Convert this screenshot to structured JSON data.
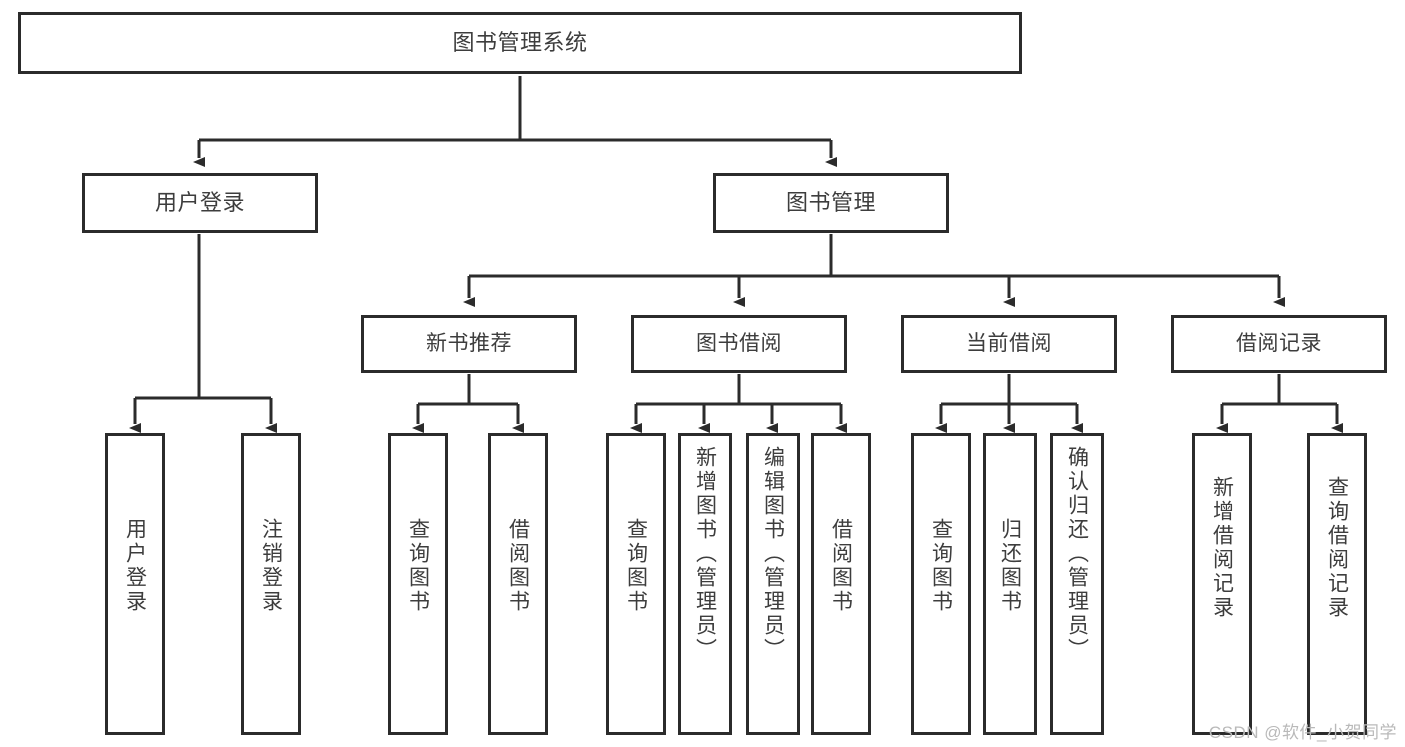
{
  "diagram": {
    "title": "图书管理系统",
    "type": "tree-hierarchy-chart",
    "watermark": "CSDN @软件_小贺同学",
    "colors": {
      "box_border": "#2b2b2b",
      "box_fill": "#ffffff",
      "text": "#3d3d3d",
      "edge": "#2b2b2b",
      "watermark": "#b9b9b9",
      "background": "#ffffff"
    },
    "root": {
      "label": "图书管理系统"
    },
    "level2": [
      {
        "label": "用户登录"
      },
      {
        "label": "图书管理"
      }
    ],
    "level3": [
      {
        "label": "新书推荐"
      },
      {
        "label": "图书借阅"
      },
      {
        "label": "当前借阅"
      },
      {
        "label": "借阅记录"
      }
    ],
    "leaves": [
      {
        "label": "用户登录",
        "parent": "用户登录"
      },
      {
        "label": "注销登录",
        "parent": "用户登录"
      },
      {
        "label": "查询图书",
        "parent": "新书推荐"
      },
      {
        "label": "借阅图书",
        "parent": "新书推荐"
      },
      {
        "label": "查询图书",
        "parent": "图书借阅"
      },
      {
        "label": "新增图书（管理员）",
        "parent": "图书借阅"
      },
      {
        "label": "编辑图书（管理员）",
        "parent": "图书借阅"
      },
      {
        "label": "借阅图书",
        "parent": "图书借阅"
      },
      {
        "label": "查询图书",
        "parent": "当前借阅"
      },
      {
        "label": "归还图书",
        "parent": "当前借阅"
      },
      {
        "label": "确认归还（管理员）",
        "parent": "当前借阅"
      },
      {
        "label": "新增借阅记录",
        "parent": "借阅记录"
      },
      {
        "label": "查询借阅记录",
        "parent": "借阅记录"
      }
    ]
  }
}
